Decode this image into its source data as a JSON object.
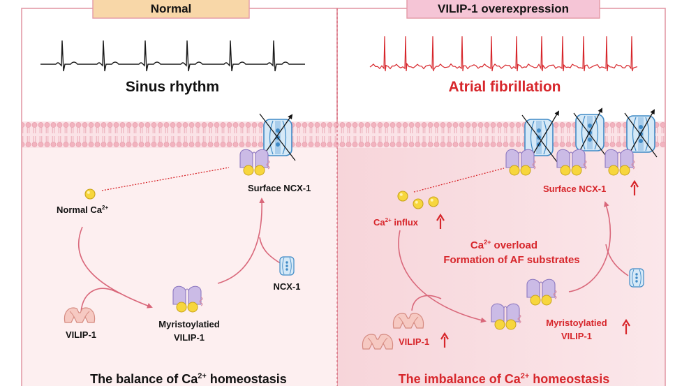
{
  "panels": {
    "left": {
      "header": "Normal",
      "rhythm": "Sinus rhythm",
      "ca_label": "Normal Ca",
      "ca_sup": "2+",
      "surface_ncx": "Surface NCX-1",
      "ncx": "NCX-1",
      "vilip": "VILIP-1",
      "myr_line1": "Myristoylatied",
      "myr_line2": "VILIP-1",
      "bottom_pre": "The balance of Ca",
      "bottom_sup": "2+",
      "bottom_post": " homeostasis"
    },
    "right": {
      "header": "VILIP-1 overexpression",
      "rhythm": "Atrial fibrillation",
      "influx_pre": "Ca",
      "influx_sup": "2+",
      "influx_post": " influx",
      "surface_ncx": "Surface NCX-1",
      "overload_pre": "Ca",
      "overload_sup": "2+",
      "overload_post": " overload",
      "substrates": "Formation of AF substrates",
      "vilip": "VILIP-1",
      "myr_line1": "Myristoylatied",
      "myr_line2": "VILIP-1",
      "bottom_pre": "The imbalance of Ca",
      "bottom_sup": "2+",
      "bottom_post": " homeostasis"
    }
  },
  "colors": {
    "panel_border": "#e39aa6",
    "left_header_fill": "#f8d7a8",
    "right_header_fill": "#f5c5d6",
    "highlight_red": "#d7262b",
    "membrane_pink": "#f2b9c4",
    "cytoplasm_left": "#fdeff0",
    "cytoplasm_right": "#f9dde1",
    "ncx_blue": "#7fb6e0",
    "vilip_purple": "#b9a6dc",
    "calcium_yellow": "#f5d33a"
  },
  "icons": [
    "ecg-trace",
    "calcium-ion",
    "ncx-exchanger",
    "vilip-protein",
    "myristoylated-vilip",
    "up-arrow"
  ]
}
